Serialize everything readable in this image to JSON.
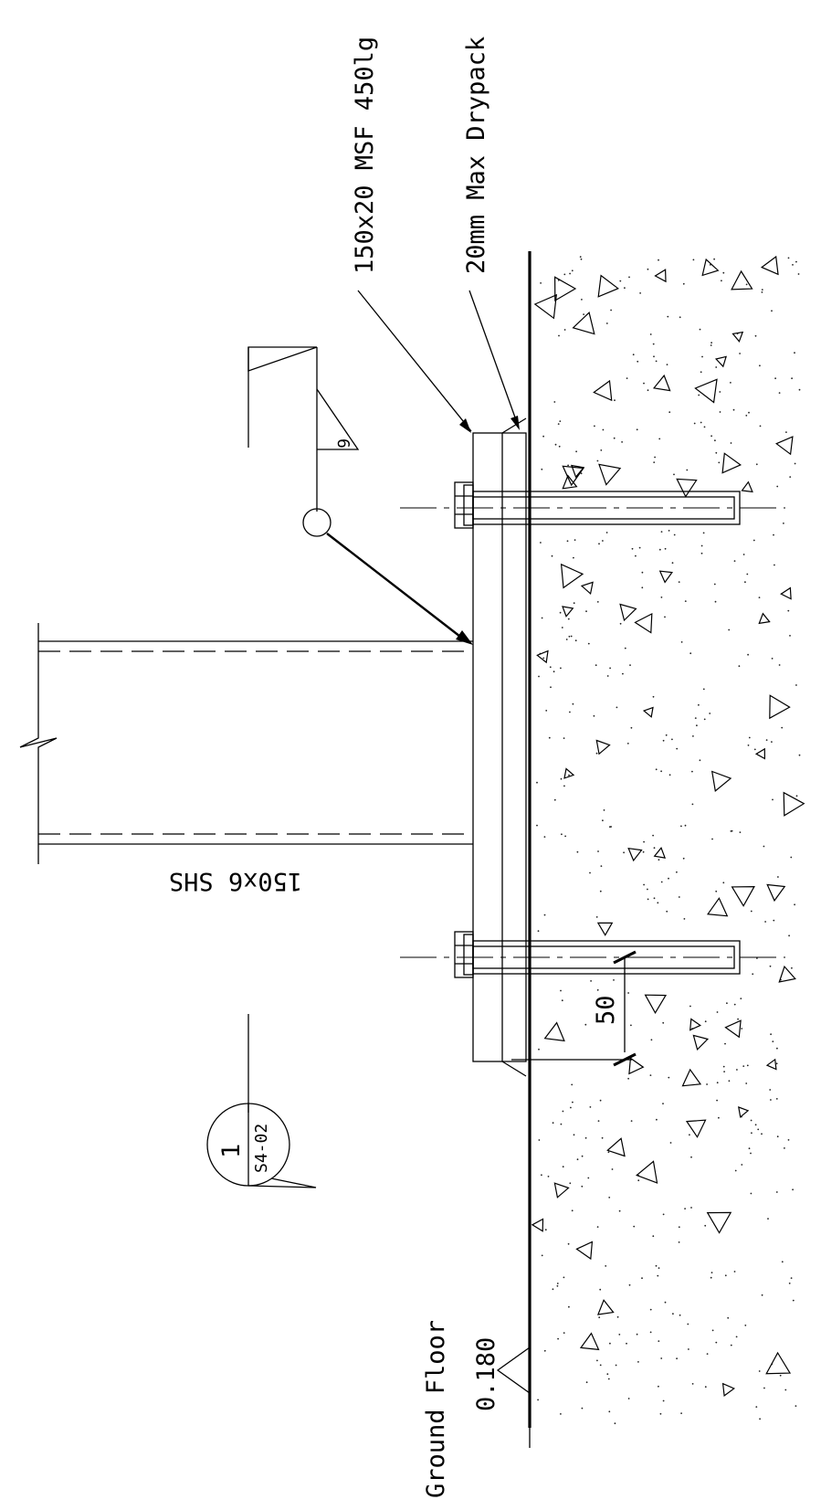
{
  "labels": {
    "plate": "150x20 MSF 450lg",
    "drypack": "20mm Max Drypack",
    "member": "150x6 SHS",
    "weld_size": "6",
    "dimension": "50",
    "level_name": "Ground Floor",
    "level_value": "0.180",
    "section_number": "1",
    "section_sheet": "S4-02"
  }
}
